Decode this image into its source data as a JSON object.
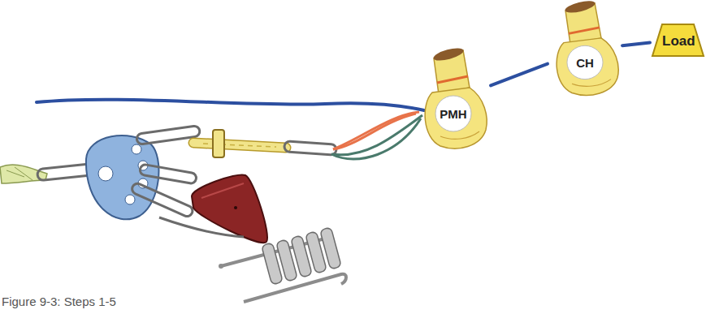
{
  "diagram": {
    "caption": "Figure 9-3: Steps 1-5",
    "nodes": [
      {
        "text": [
          "PMH"
        ]
      },
      {
        "text": [
          "CH"
        ]
      },
      {
        "text": [
          "Load"
        ]
      }
    ],
    "edges": [
      {
        "from": 0,
        "to": 1,
        "arrow": "none"
      },
      {
        "from": 1,
        "to": 2,
        "arrow": "none"
      }
    ]
  }
}
